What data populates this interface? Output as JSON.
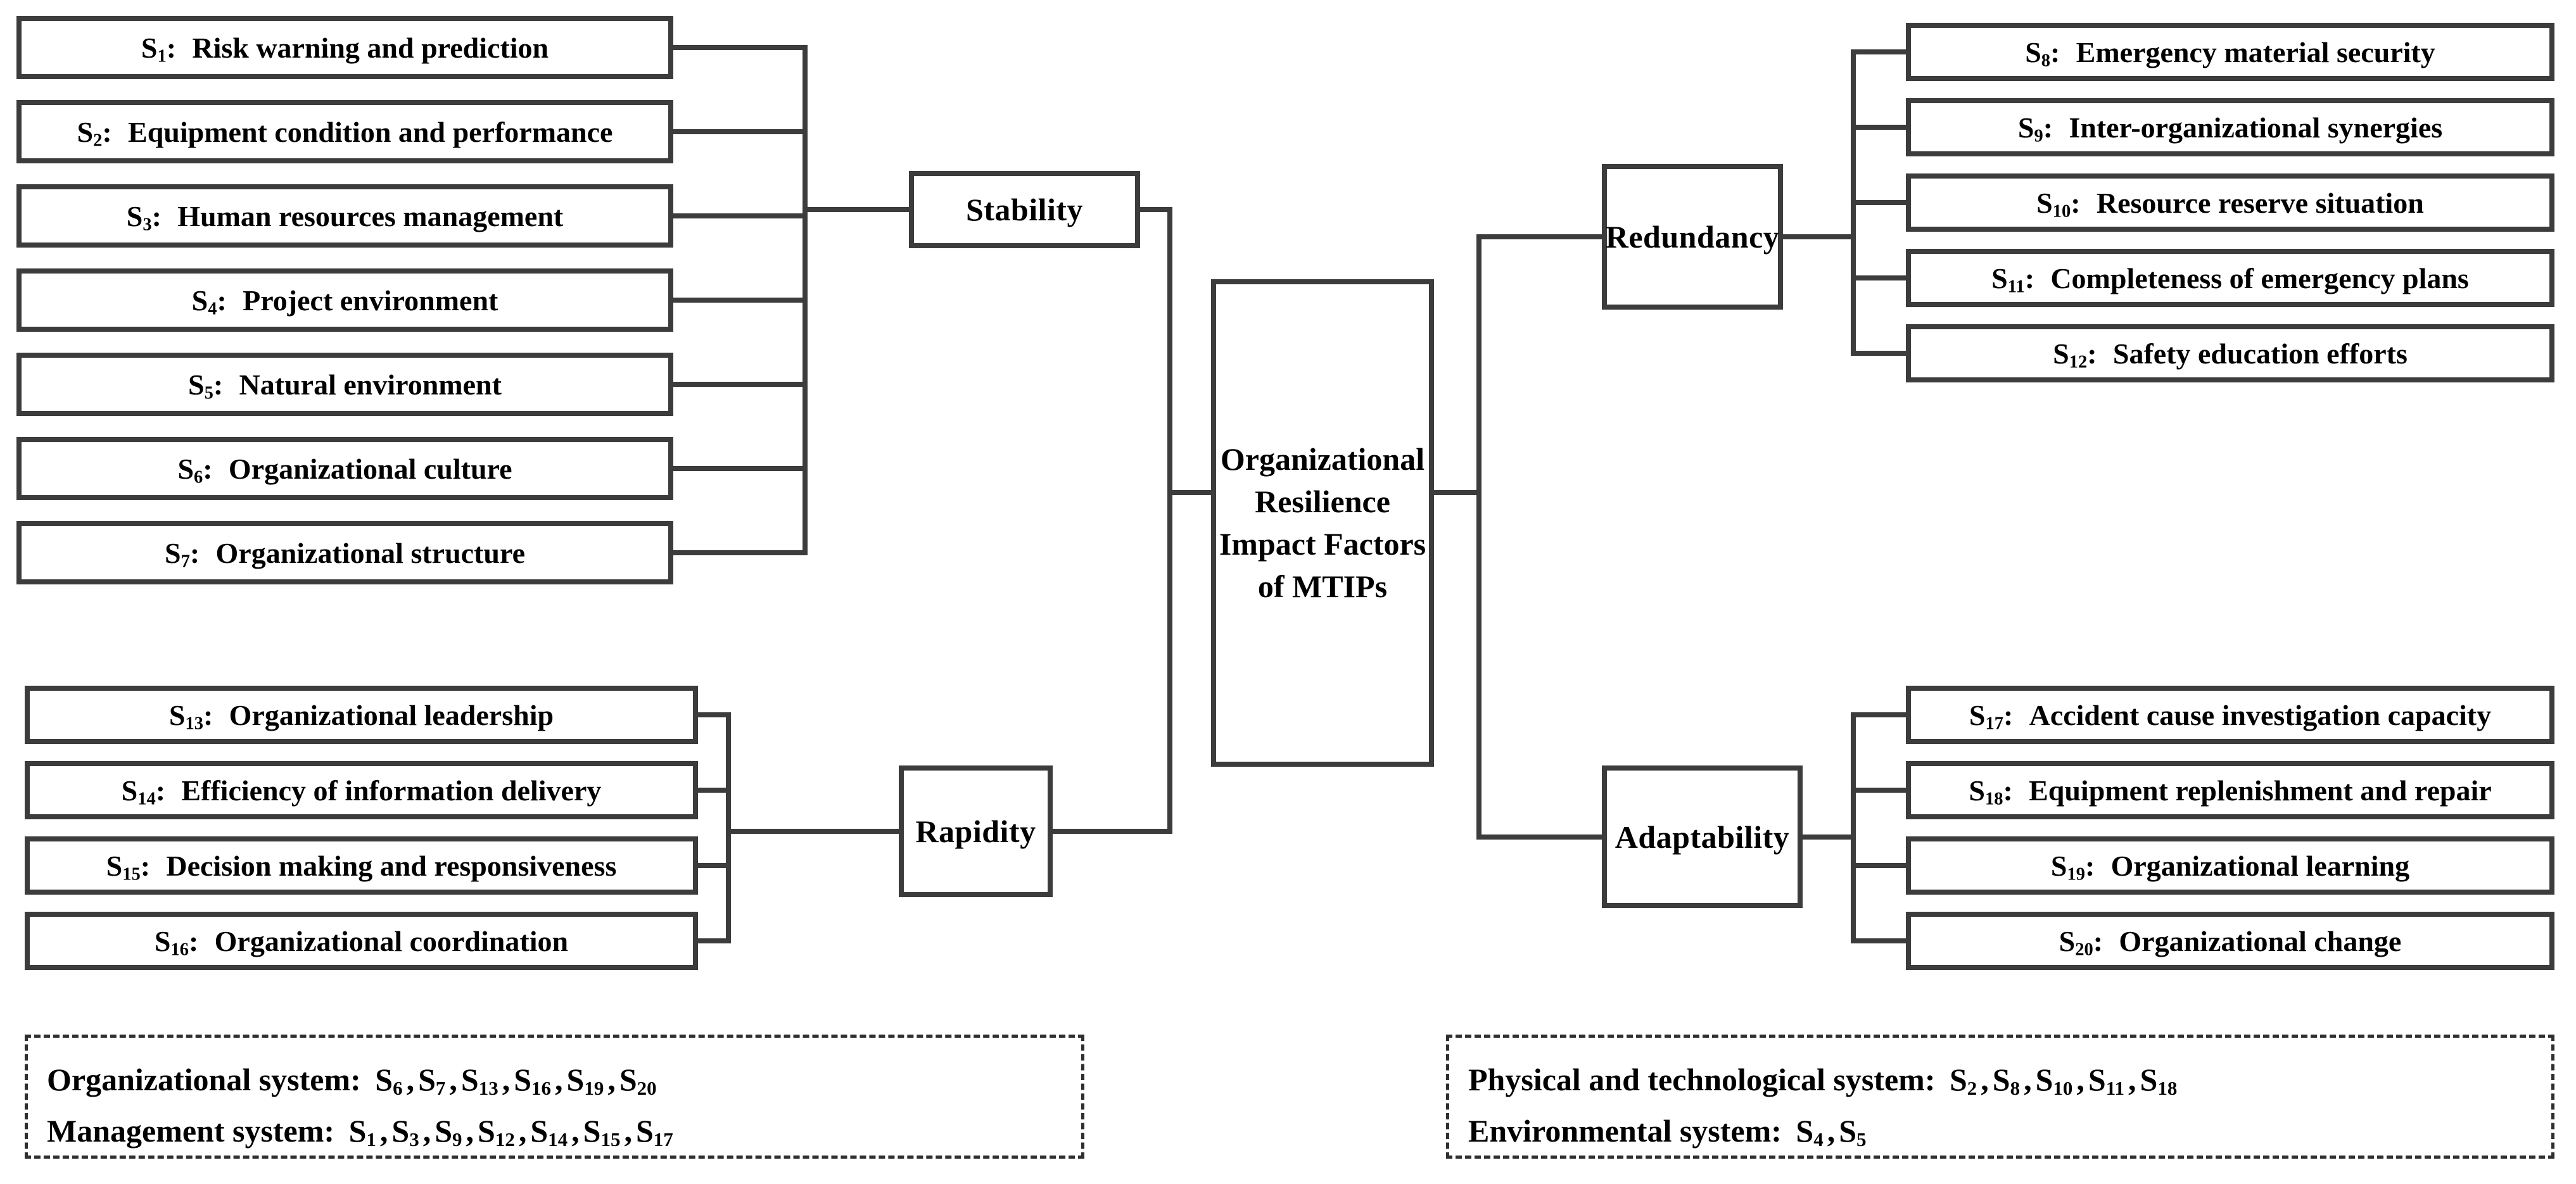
{
  "diagram_title": "Organizational\nResilience\nImpact Factors\nof MTIPs",
  "categories": {
    "stability": "Stability",
    "rapidity": "Rapidity",
    "redundancy": "Redundancy",
    "adaptability": "Adaptability"
  },
  "punctuation": {
    "colon": ":",
    "separator": ","
  },
  "factor_prefix": "S",
  "factors": [
    {
      "sub": "1",
      "label": "Risk warning and prediction"
    },
    {
      "sub": "2",
      "label": "Equipment condition and performance"
    },
    {
      "sub": "3",
      "label": "Human resources management"
    },
    {
      "sub": "4",
      "label": "Project environment"
    },
    {
      "sub": "5",
      "label": "Natural environment"
    },
    {
      "sub": "6",
      "label": "Organizational culture"
    },
    {
      "sub": "7",
      "label": "Organizational structure"
    },
    {
      "sub": "8",
      "label": "Emergency material security"
    },
    {
      "sub": "9",
      "label": "Inter-organizational synergies"
    },
    {
      "sub": "10",
      "label": "Resource reserve situation"
    },
    {
      "sub": "11",
      "label": "Completeness of emergency plans"
    },
    {
      "sub": "12",
      "label": "Safety education efforts"
    },
    {
      "sub": "13",
      "label": "Organizational leadership"
    },
    {
      "sub": "14",
      "label": "Efficiency of information delivery"
    },
    {
      "sub": "15",
      "label": "Decision making and responsiveness"
    },
    {
      "sub": "16",
      "label": "Organizational coordination"
    },
    {
      "sub": "17",
      "label": "Accident cause investigation capacity"
    },
    {
      "sub": "18",
      "label": "Equipment replenishment and repair"
    },
    {
      "sub": "19",
      "label": "Organizational learning"
    },
    {
      "sub": "20",
      "label": "Organizational change"
    }
  ],
  "legends": {
    "left": [
      {
        "label": "Organizational system",
        "items": [
          "6",
          "7",
          "13",
          "16",
          "19",
          "20"
        ]
      },
      {
        "label": "Management system",
        "items": [
          "1",
          "3",
          "9",
          "12",
          "14",
          "15",
          "17"
        ]
      }
    ],
    "right": [
      {
        "label": "Physical and technological system",
        "items": [
          "2",
          "8",
          "10",
          "11",
          "18"
        ]
      },
      {
        "label": "Environmental system",
        "items": [
          "4",
          "5"
        ]
      }
    ]
  },
  "colors": {
    "line": "#3c3c3c",
    "text": "#000000",
    "background": "#ffffff"
  }
}
